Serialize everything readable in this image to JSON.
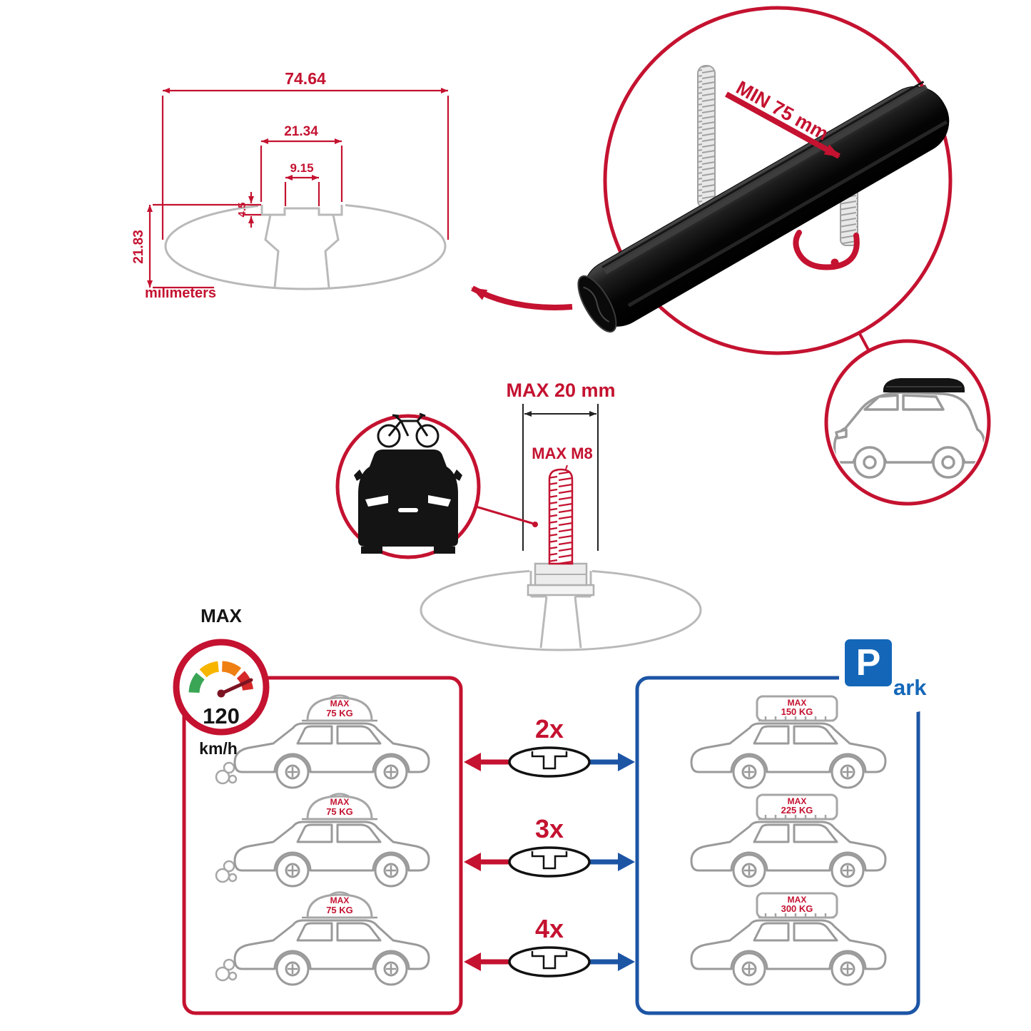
{
  "colors": {
    "red": "#c41230",
    "blue_panel": "#1d55a5",
    "blue_sign": "#1467b8",
    "gray_line": "#b9b9b9",
    "black": "#141414"
  },
  "profile_dimensions": {
    "total_width": "74.64",
    "channel_outer": "21.34",
    "channel_inner": "9.15",
    "lip_depth": "4.5",
    "total_height": "21.83",
    "units": "milimeters"
  },
  "clamp_detail": {
    "min_grip": "MIN 75 mm"
  },
  "bolt_detail": {
    "max_length": "MAX 20 mm",
    "max_thread": "MAX M8"
  },
  "speedometer": {
    "label": "MAX",
    "value": "120",
    "units": "km/h"
  },
  "capacity": {
    "driving_cars": [
      {
        "label": "MAX",
        "weight": "75 KG"
      },
      {
        "label": "MAX",
        "weight": "75 KG"
      },
      {
        "label": "MAX",
        "weight": "75 KG"
      }
    ],
    "bar_counts": [
      "2x",
      "3x",
      "4x"
    ],
    "parked_cars": [
      {
        "label": "MAX",
        "weight": "150 KG"
      },
      {
        "label": "MAX",
        "weight": "225 KG"
      },
      {
        "label": "MAX",
        "weight": "300 KG"
      }
    ]
  },
  "parking_sign": {
    "letter": "P",
    "suffix": "ark"
  }
}
